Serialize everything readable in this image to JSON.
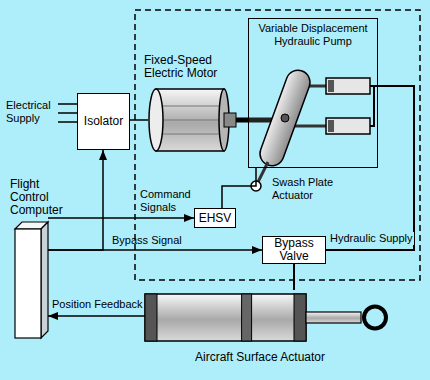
{
  "diagram": {
    "nodes": [
      {
        "text": [
          "Variable Displacement Hydraulic Pump"
        ]
      },
      {
        "text": [
          "Fixed-Speed Electric Motor"
        ]
      },
      {
        "text": [
          "Isolator"
        ]
      },
      {
        "text": [
          "Flight Control Computer"
        ]
      },
      {
        "text": [
          "EHSV"
        ]
      },
      {
        "text": [
          "Bypass Valve"
        ]
      },
      {
        "text": [
          "Aircraft Surface Actuator"
        ]
      }
    ],
    "edges": [
      {
        "from": 2,
        "to": 1,
        "arrow": "none"
      },
      {
        "from": 1,
        "to": 0,
        "arrow": "none"
      },
      {
        "from": 3,
        "to": 4,
        "label": "Command Signals",
        "arrow": "to"
      },
      {
        "from": 4,
        "to": 0,
        "arrow": "none"
      },
      {
        "from": 3,
        "to": 5,
        "label": "Bypass Signal",
        "arrow": "to"
      },
      {
        "from": 3,
        "to": 2,
        "arrow": "to"
      },
      {
        "from": 0,
        "to": 5,
        "label": "Hydraulic Supply",
        "arrow": "none"
      },
      {
        "from": 5,
        "to": 6,
        "arrow": "none"
      },
      {
        "from": 6,
        "to": 3,
        "label": "Position Feedback",
        "arrow": "to"
      }
    ],
    "labels": [
      "Electrical Supply",
      "Swash Plate Actuator"
    ]
  }
}
